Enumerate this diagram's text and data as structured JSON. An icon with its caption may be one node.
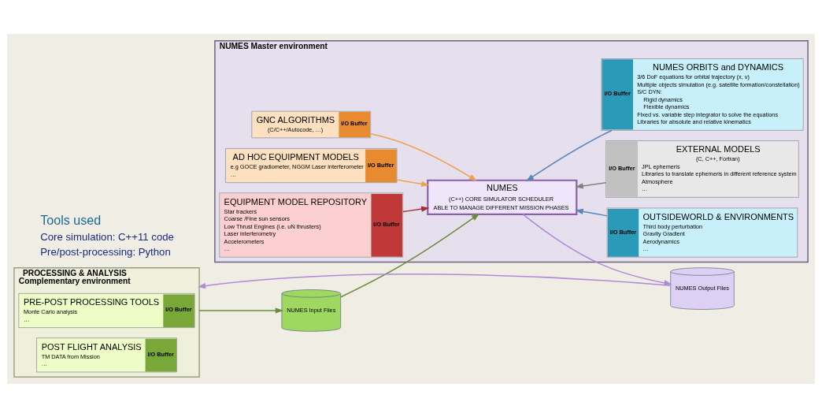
{
  "diagram": {
    "nodes": [
      {
        "text": [
          "NUMES Master environment"
        ]
      },
      {
        "text": [
          "GNC ALGORITHMS",
          "(C/C++/Autocode, …)",
          "I/O Buffer"
        ],
        "in": 0
      },
      {
        "text": [
          "AD HOC EQUIPMENT MODELS",
          "e.g GOCE gradiometer, NGGM Laser interferometer",
          "…",
          "I/O Buffer"
        ],
        "in": 0
      },
      {
        "text": [
          "EQUIPMENT MODEL REPOSITORY",
          "Star trackers",
          "Coarse /Fine sun sensors",
          "Low Thrust Engines (i.e. uN thrusters)",
          "Laser interferometry",
          "Accelerometers",
          "…",
          "I/O Buffer"
        ],
        "in": 0
      },
      {
        "text": [
          "NUMES",
          "(C++) CORE SIMULATOR SCHEDULER",
          "ABLE TO MANAGE DIFFERENT MISSION PHASES"
        ],
        "in": 0
      },
      {
        "text": [
          "I/O Buffer",
          "OUTSIDEWORLD & ENVIRONMENTS",
          "Third body perturbation",
          "Gravity Gradient",
          "Aerodynamics",
          "…"
        ],
        "in": 0
      },
      {
        "text": [
          "I/O Buffer",
          "EXTERNAL MODELS",
          "(C, C++, Fortran)",
          "JPL ephemeris",
          "Libraries to translate ephemeris in different reference system",
          "Atmosphere",
          "…"
        ],
        "in": 0
      },
      {
        "text": [
          "I/O Buffer",
          "NUMES ORBITS and DYNAMICS",
          "3/6 DoF equations for orbital trajectory (x, v)",
          "Multiple objects simulation (e.g. satellite formation/constellation)",
          "S/C DYN:",
          "Rigid dynamics",
          "Flexible dynamics",
          "Fixed vs. variable step integrator to solve the equations",
          "Libraries for absolute and relative kinematics"
        ],
        "in": 0
      },
      {
        "text": [
          "NUMES Input Files"
        ]
      },
      {
        "text": [
          "NUMES Output Files"
        ]
      },
      {
        "text": [
          "PROCESSING & ANALYSIS",
          "Complementary environment"
        ]
      },
      {
        "text": [
          "PRE-POST PROCESSING TOOLS",
          "Monte Carlo analysis",
          "…",
          "I/O Buffer"
        ],
        "in": 10
      },
      {
        "text": [
          "POST FLIGHT ANALYSIS",
          "TM DATA from Mission",
          "…",
          "I/O Buffer"
        ],
        "in": 10
      }
    ],
    "edges": [
      {
        "from": 1,
        "to": 4,
        "arrow": "to",
        "color": "#f0a050"
      },
      {
        "from": 2,
        "to": 4,
        "arrow": "to",
        "color": "#f0a050"
      },
      {
        "from": 3,
        "to": 4,
        "arrow": "to",
        "color": "#a03030"
      },
      {
        "from": 5,
        "to": 4,
        "arrow": "to",
        "color": "#5a86b8"
      },
      {
        "from": 6,
        "to": 4,
        "arrow": "to",
        "color": "#808080"
      },
      {
        "from": 7,
        "to": 4,
        "arrow": "to",
        "color": "#5a86b8"
      },
      {
        "from": 8,
        "to": 4,
        "arrow": "to",
        "color": "#6a8c3a"
      },
      {
        "from": 4,
        "to": 9,
        "arrow": "to",
        "color": "#b08ad8"
      },
      {
        "from": 10,
        "to": 8,
        "arrow": "to",
        "color": "#6a8c3a"
      },
      {
        "from": 9,
        "to": 10,
        "arrow": "to",
        "color": "#b08ad8"
      }
    ],
    "labels": [
      "Tools used",
      "Core simulation: C++11 code",
      "Pre/post-processing: Python"
    ]
  }
}
